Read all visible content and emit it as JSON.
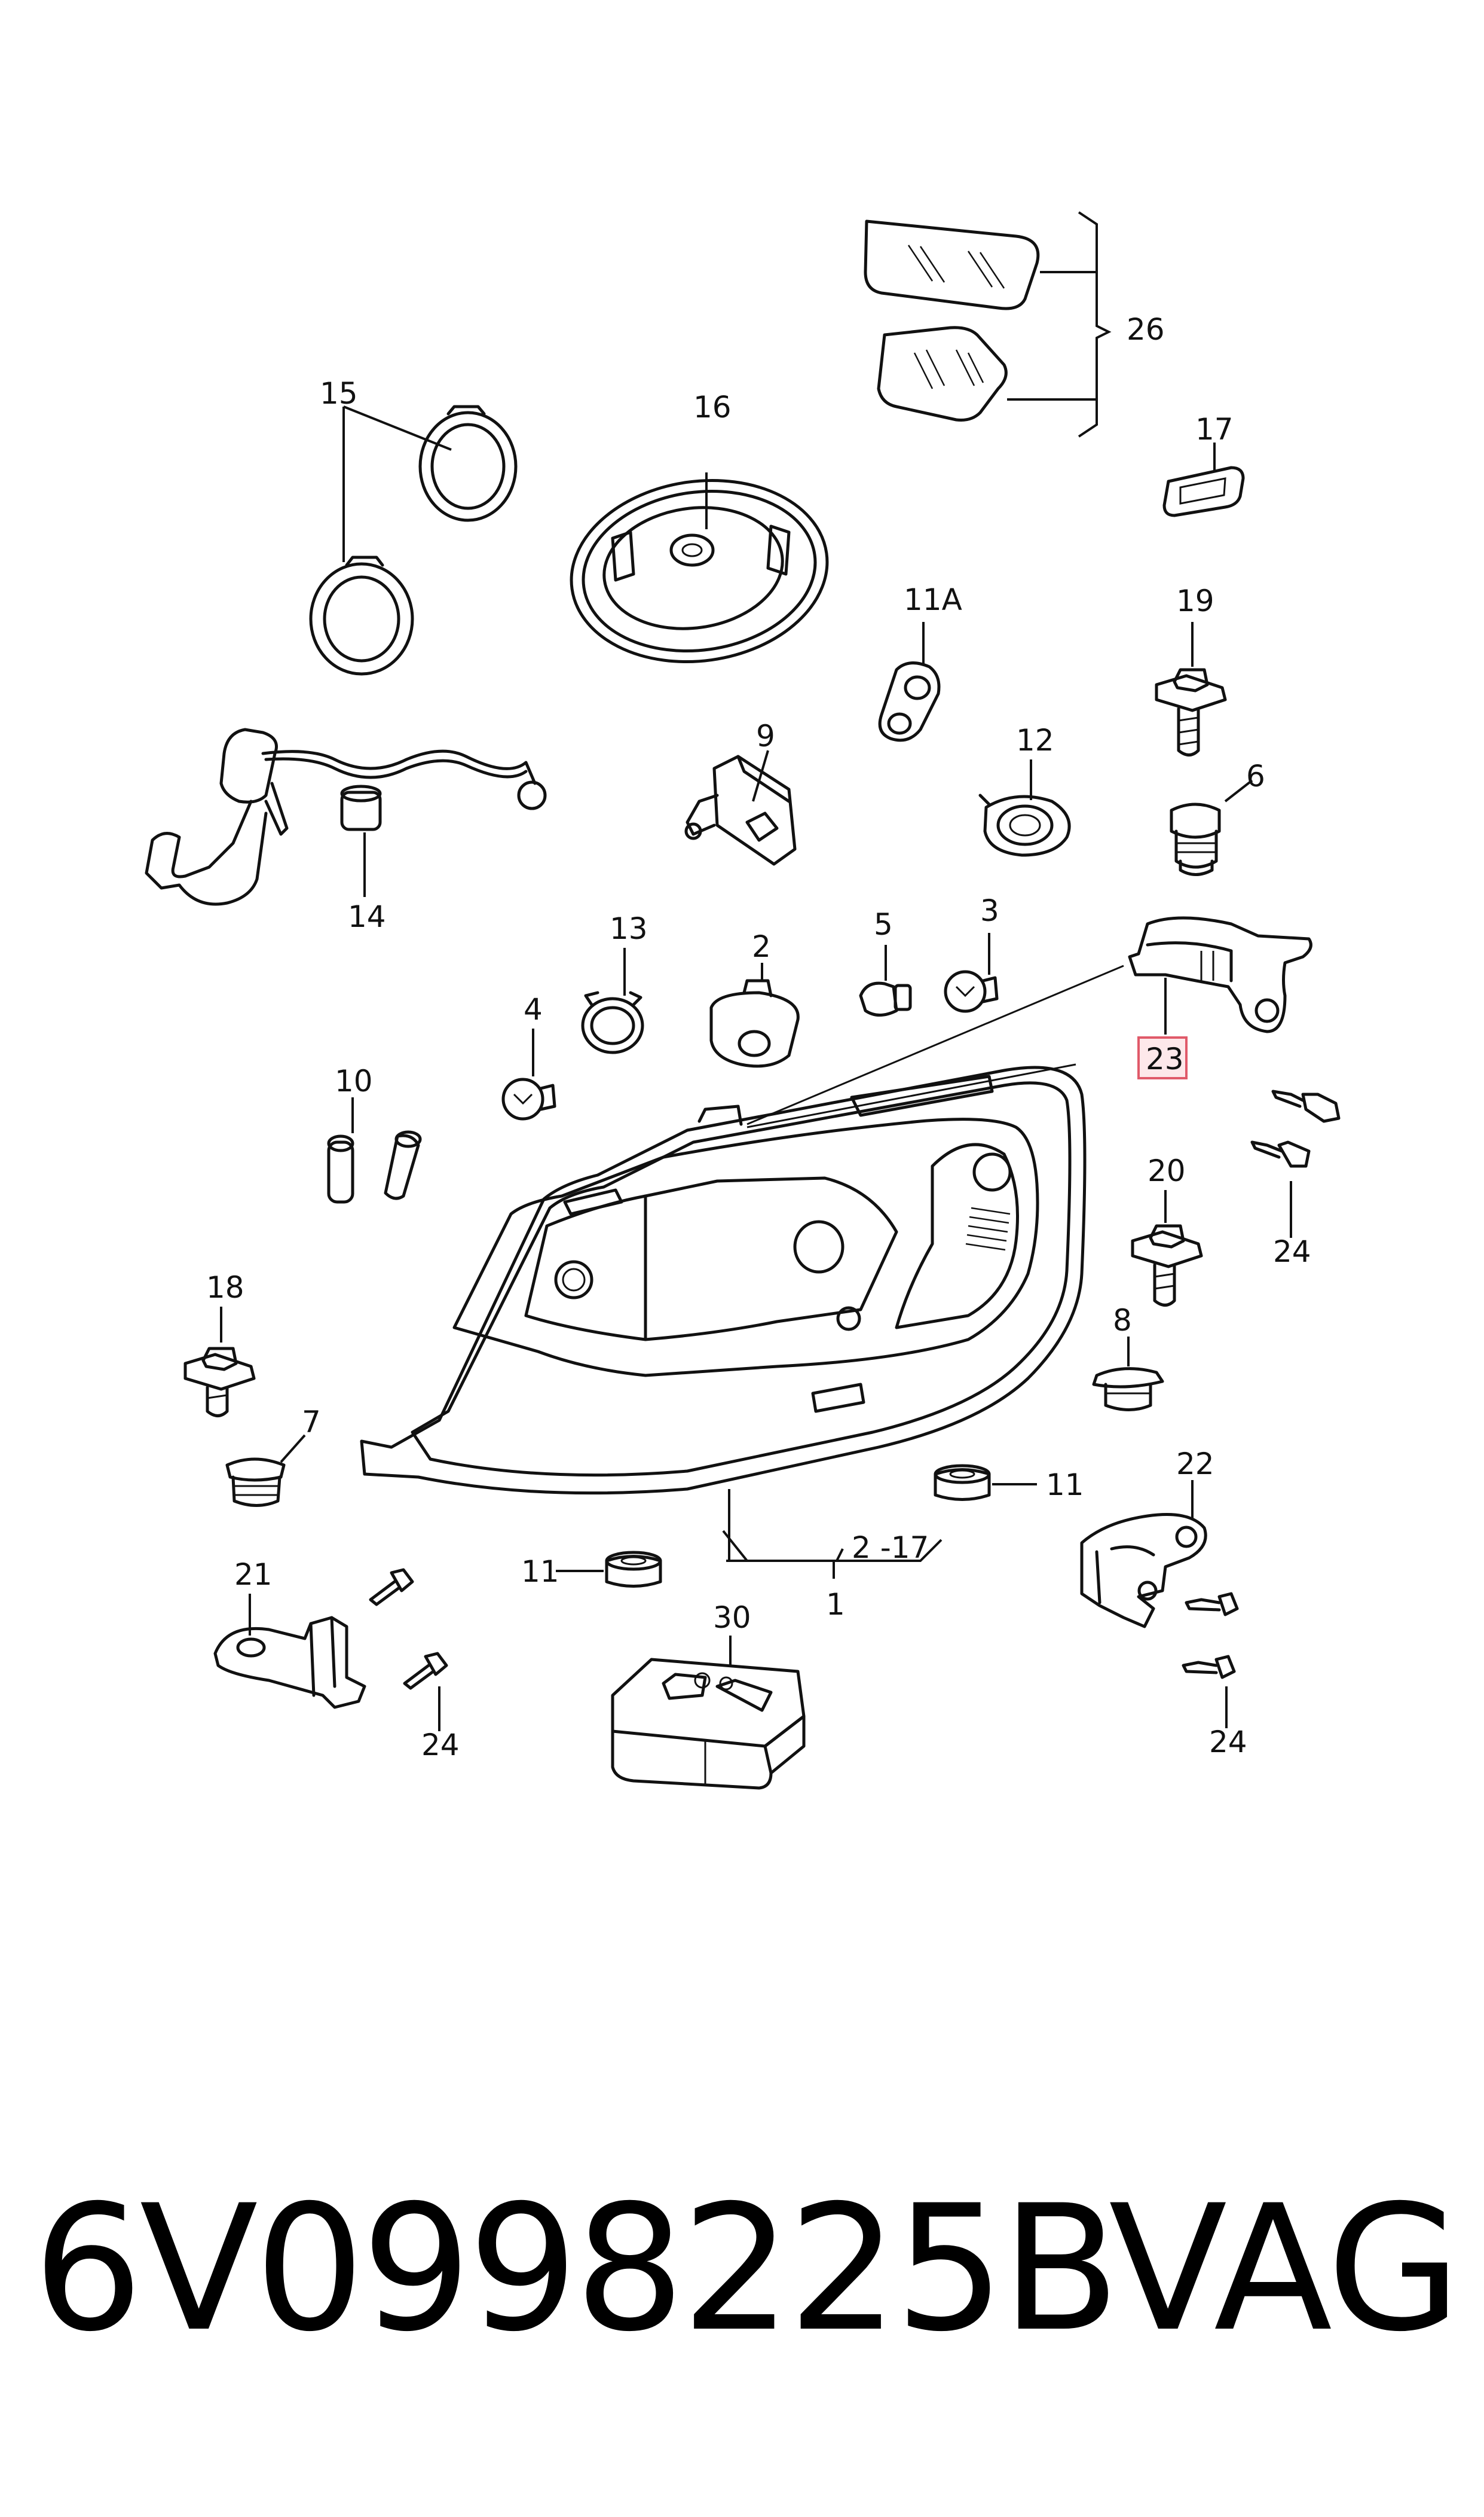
{
  "labels": {
    "c26": "26",
    "c15": "15",
    "c16": "16",
    "c17": "17",
    "c11a": "11A",
    "c19": "19",
    "c9": "9",
    "c12": "12",
    "c6": "6",
    "c14": "14",
    "c13": "13",
    "c2": "2",
    "c5": "5",
    "c3": "3",
    "c4": "4",
    "c23": "23",
    "c10": "10",
    "c20": "20",
    "c24a": "24",
    "c18": "18",
    "c8": "8",
    "c7": "7",
    "c22": "22",
    "c11b": "11",
    "c2_17": "2 -17",
    "c21": "21",
    "c11c": "11",
    "c1": "1",
    "c30": "30",
    "c24b": "24",
    "c24c": "24"
  },
  "footer": {
    "part_number": "6V0998225B",
    "brand": "VAG"
  },
  "colors": {
    "line": "#111111",
    "highlight_border": "#e05a6a",
    "highlight_fill": "#fde8ea"
  }
}
